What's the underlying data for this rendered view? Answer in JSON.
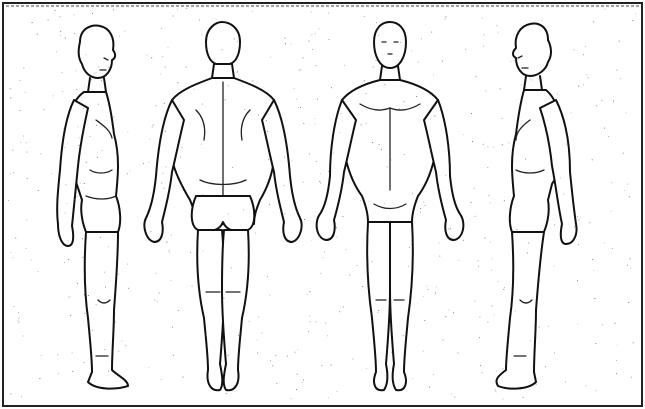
{
  "diagram": {
    "type": "body-chart",
    "views": [
      "left-side",
      "back",
      "front",
      "right-side"
    ],
    "colors": {
      "ink": "#111111",
      "paper": "#ffffff",
      "speckle": "#555555"
    }
  }
}
